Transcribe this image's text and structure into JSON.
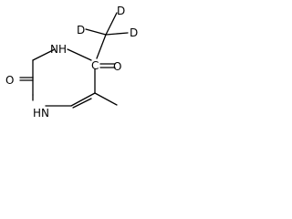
{
  "molecule": {
    "atoms": {
      "o2": "O",
      "o4": "O",
      "n1": "HN",
      "n3": "NH",
      "d1": "D",
      "d2": "D",
      "d3": "D",
      "c6": "C"
    }
  }
}
